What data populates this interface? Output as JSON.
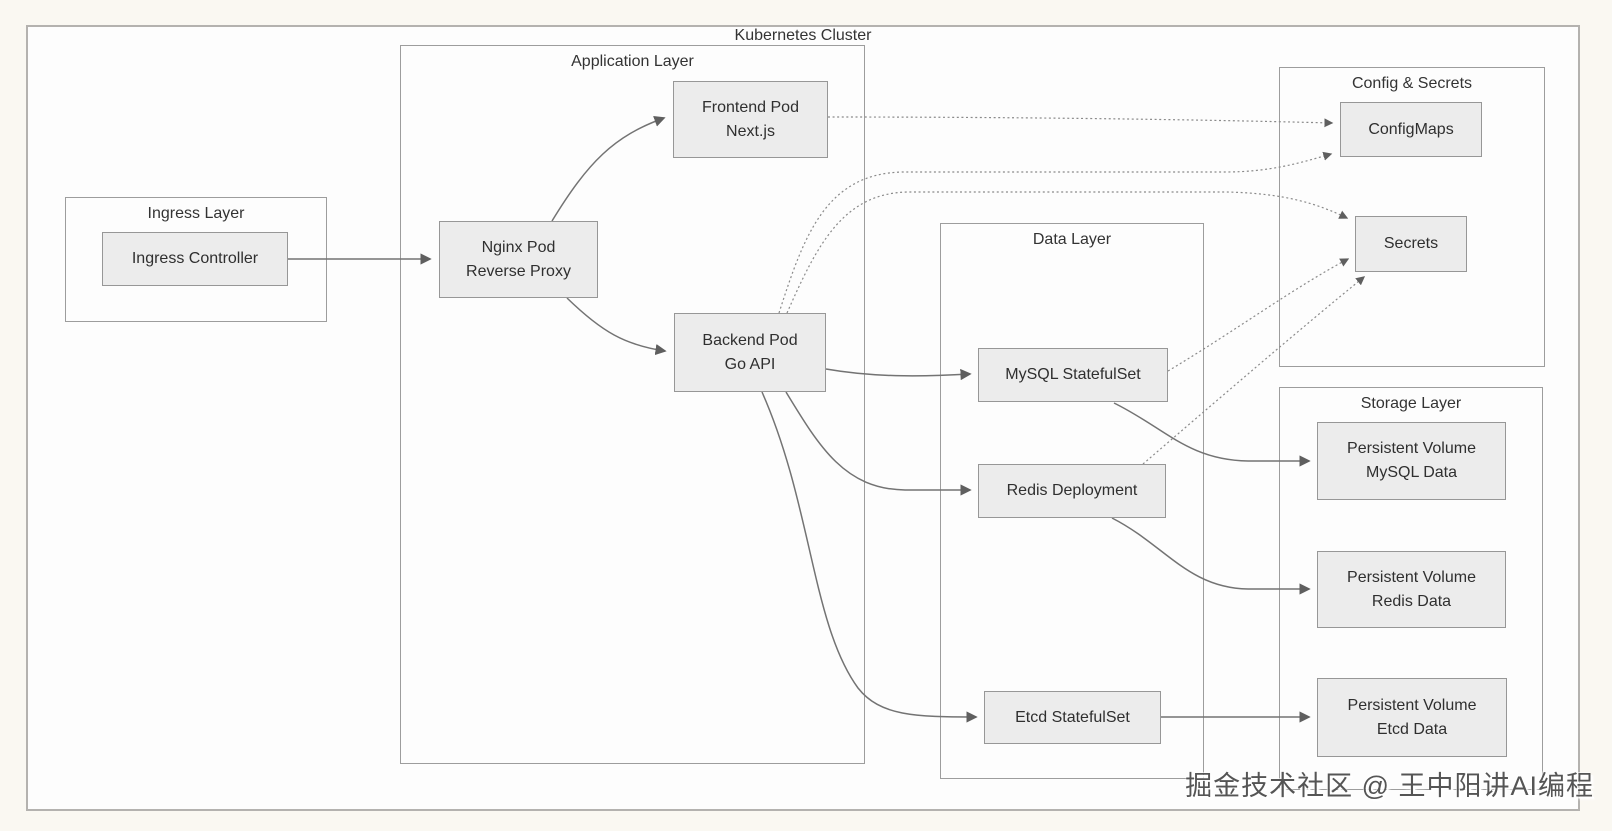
{
  "diagram": {
    "title": "Kubernetes Cluster",
    "watermark": "掘金技术社区 @ 王中阳讲AI编程",
    "groups": {
      "ingress": {
        "title": "Ingress Layer"
      },
      "application": {
        "title": "Application Layer"
      },
      "data": {
        "title": "Data Layer"
      },
      "config": {
        "title": "Config & Secrets"
      },
      "storage": {
        "title": "Storage Layer"
      }
    },
    "nodes": {
      "ingress_controller": {
        "label": "Ingress Controller"
      },
      "nginx": {
        "line1": "Nginx Pod",
        "line2": "Reverse Proxy"
      },
      "frontend": {
        "line1": "Frontend Pod",
        "line2": "Next.js"
      },
      "backend": {
        "line1": "Backend Pod",
        "line2": "Go API"
      },
      "mysql": {
        "label": "MySQL StatefulSet"
      },
      "redis": {
        "label": "Redis Deployment"
      },
      "etcd": {
        "label": "Etcd StatefulSet"
      },
      "configmaps": {
        "label": "ConfigMaps"
      },
      "secrets": {
        "label": "Secrets"
      },
      "pv_mysql": {
        "line1": "Persistent Volume",
        "line2": "MySQL Data"
      },
      "pv_redis": {
        "line1": "Persistent Volume",
        "line2": "Redis Data"
      },
      "pv_etcd": {
        "line1": "Persistent Volume",
        "line2": "Etcd Data"
      }
    },
    "edges": [
      {
        "from": "Ingress Controller",
        "to": "Nginx Pod Reverse Proxy",
        "style": "solid"
      },
      {
        "from": "Nginx Pod Reverse Proxy",
        "to": "Frontend Pod Next.js",
        "style": "solid"
      },
      {
        "from": "Nginx Pod Reverse Proxy",
        "to": "Backend Pod Go API",
        "style": "solid"
      },
      {
        "from": "Backend Pod Go API",
        "to": "MySQL StatefulSet",
        "style": "solid"
      },
      {
        "from": "Backend Pod Go API",
        "to": "Redis Deployment",
        "style": "solid"
      },
      {
        "from": "Backend Pod Go API",
        "to": "Etcd StatefulSet",
        "style": "solid"
      },
      {
        "from": "Frontend Pod Next.js",
        "to": "ConfigMaps",
        "style": "dotted"
      },
      {
        "from": "Backend Pod Go API",
        "to": "ConfigMaps",
        "style": "dotted"
      },
      {
        "from": "Backend Pod Go API",
        "to": "Secrets",
        "style": "dotted"
      },
      {
        "from": "MySQL StatefulSet",
        "to": "Secrets",
        "style": "dotted"
      },
      {
        "from": "Redis Deployment",
        "to": "Secrets",
        "style": "dotted"
      },
      {
        "from": "MySQL StatefulSet",
        "to": "Persistent Volume MySQL Data",
        "style": "solid"
      },
      {
        "from": "Redis Deployment",
        "to": "Persistent Volume Redis Data",
        "style": "solid"
      },
      {
        "from": "Etcd StatefulSet",
        "to": "Persistent Volume Etcd Data",
        "style": "solid"
      }
    ],
    "colors": {
      "page_background": "#faf8f2",
      "diagram_background": "#fdfdfd",
      "node_fill": "#ececec",
      "node_border": "#979797",
      "group_border": "#9d9d9d",
      "edge": "#737373",
      "text": "#2f2f2f"
    }
  }
}
